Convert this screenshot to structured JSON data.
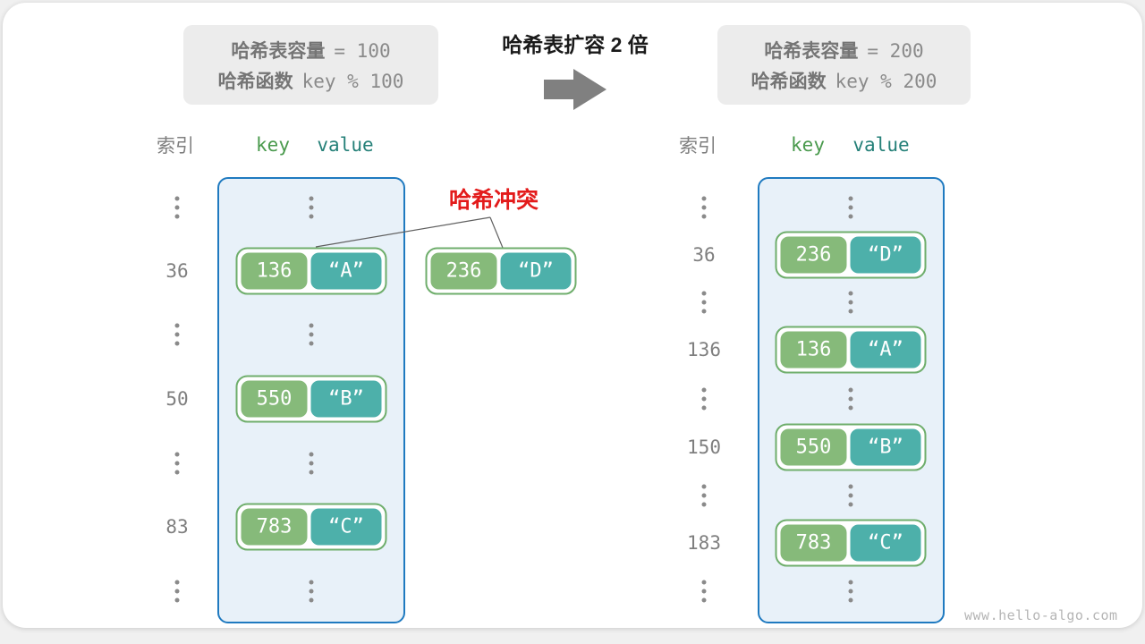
{
  "diagram": {
    "title": "哈希表扩容 2 倍",
    "collision_label": "哈希冲突",
    "watermark": "www.hello-algo.com"
  },
  "info_boxes": {
    "before": {
      "capacity_label": "哈希表容量",
      "capacity_value": "= 100",
      "function_label": "哈希函数",
      "function_value": "key % 100"
    },
    "after": {
      "capacity_label": "哈希表容量",
      "capacity_value": "= 200",
      "function_label": "哈希函数",
      "function_value": "key % 200"
    }
  },
  "tables": {
    "before": {
      "index_header": "索引",
      "key_header": "key",
      "value_header": "value",
      "rows": [
        {
          "index": "36",
          "key": "136",
          "value": "“A”"
        },
        {
          "index": "50",
          "key": "550",
          "value": "“B”"
        },
        {
          "index": "83",
          "key": "783",
          "value": "“C”"
        }
      ]
    },
    "after": {
      "index_header": "索引",
      "key_header": "key",
      "value_header": "value",
      "rows": [
        {
          "index": "36",
          "key": "236",
          "value": "“D”"
        },
        {
          "index": "136",
          "key": "136",
          "value": "“A”"
        },
        {
          "index": "150",
          "key": "550",
          "value": "“B”"
        },
        {
          "index": "183",
          "key": "783",
          "value": "“C”"
        }
      ]
    }
  },
  "collision_pair": {
    "key": "236",
    "value": "“D”"
  },
  "colors": {
    "container_border": "#1f7ac0",
    "container_bg": "#e8f1f9",
    "pair_border": "#6fae6c",
    "key_bg": "#86ba7a",
    "value_bg": "#4db0aa",
    "collision_red": "#e31b1b",
    "gray_text": "#7f7f7f",
    "key_header_green": "#4a9a4d",
    "value_header_teal": "#258078",
    "arrow_gray": "#808080"
  }
}
